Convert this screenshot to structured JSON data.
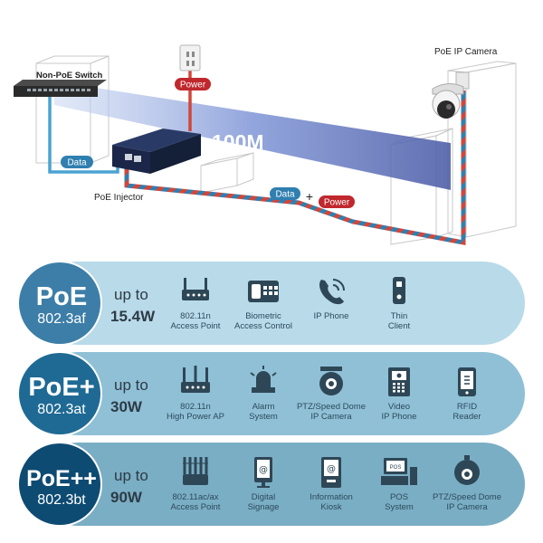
{
  "top": {
    "switch_label": "Non-PoE Switch",
    "camera_label": "PoE IP Camera",
    "injector_label": "PoE Injector",
    "speed_label": "100M",
    "data_tag": "Data",
    "power_tag": "Power",
    "data_tag_2": "Data",
    "plus_sign": "+",
    "power_tag_2": "Power"
  },
  "rows": [
    {
      "std_name": "PoE",
      "std_code": "802.3af",
      "upto": "up to",
      "watt": "15.4W",
      "circle_color": "#3d7ea8",
      "band_color": "#b8dae9",
      "devices": [
        {
          "icon": "access-point-icon",
          "lines": [
            "802.11n",
            "Access Point"
          ]
        },
        {
          "icon": "biometric-icon",
          "lines": [
            "Biometric",
            "Access Control"
          ]
        },
        {
          "icon": "ip-phone-icon",
          "lines": [
            "IP Phone"
          ]
        },
        {
          "icon": "thin-client-icon",
          "lines": [
            "Thin",
            "Client"
          ]
        }
      ]
    },
    {
      "std_name": "PoE+",
      "std_code": "802.3at",
      "upto": "up to",
      "watt": "30W",
      "circle_color": "#1f6a94",
      "band_color": "#8fc0d6",
      "devices": [
        {
          "icon": "high-power-ap-icon",
          "lines": [
            "802.11n",
            "High Power AP"
          ]
        },
        {
          "icon": "alarm-icon",
          "lines": [
            "Alarm",
            "System"
          ]
        },
        {
          "icon": "ptz-camera-icon",
          "lines": [
            "PTZ/Speed Dome",
            "IP Camera"
          ]
        },
        {
          "icon": "video-phone-icon",
          "lines": [
            "Video",
            "IP Phone"
          ]
        },
        {
          "icon": "rfid-reader-icon",
          "lines": [
            "RFID",
            "Reader"
          ]
        }
      ]
    },
    {
      "std_name": "PoE++",
      "std_code": "802.3bt",
      "upto": "up to",
      "watt": "90W",
      "circle_color": "#0e4b73",
      "band_color": "#7aaec4",
      "devices": [
        {
          "icon": "ac-ax-ap-icon",
          "lines": [
            "802.11ac/ax",
            "Access Point"
          ]
        },
        {
          "icon": "digital-signage-icon",
          "lines": [
            "Digital",
            "Signage"
          ]
        },
        {
          "icon": "info-kiosk-icon",
          "lines": [
            "Information",
            "Kiosk"
          ]
        },
        {
          "icon": "pos-icon",
          "lines": [
            "POS",
            "System"
          ],
          "screen_text": "POS"
        },
        {
          "icon": "speed-dome-icon",
          "lines": [
            "PTZ/Speed Dome",
            "IP Camera"
          ]
        }
      ]
    }
  ]
}
